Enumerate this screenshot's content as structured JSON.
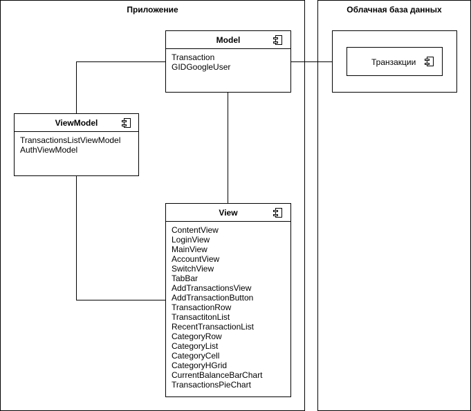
{
  "app_frame": {
    "title": "Приложение"
  },
  "cloud_frame": {
    "title": "Облачная база данных"
  },
  "model": {
    "name": "Model",
    "items": [
      "Transaction",
      "GIDGoogleUser"
    ]
  },
  "viewmodel": {
    "name": "ViewModel",
    "items": [
      "TransactionsListViewModel",
      "AuthViewModel"
    ]
  },
  "view": {
    "name": "View",
    "items": [
      "ContentView",
      "LoginView",
      "MainView",
      "AccountView",
      "SwitchView",
      "TabBar",
      "AddTransactionsView",
      "AddTransactionButton",
      "TransactionRow",
      "TransactitonList",
      "RecentTransactionList",
      "CategoryRow",
      "CategoryList",
      "CategoryCell",
      "CategoryHGrid",
      "CurrentBalanceBarChart",
      "TransactionsPieChart"
    ]
  },
  "cloud_component": {
    "label": "Транзакции"
  },
  "icon": "component-icon"
}
